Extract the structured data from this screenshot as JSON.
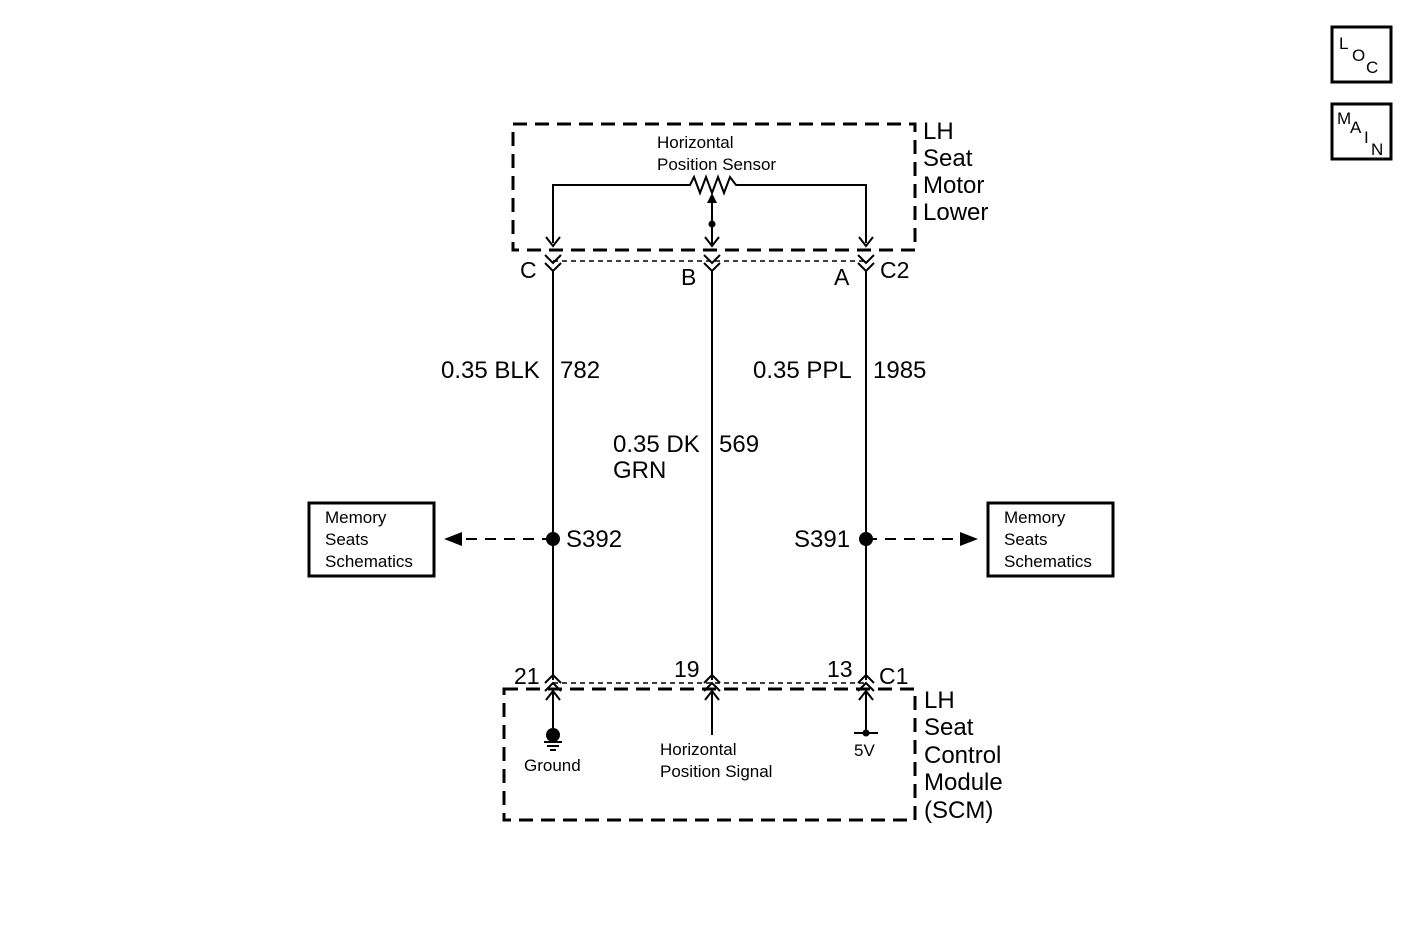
{
  "nav": {
    "loc": [
      "L",
      "O",
      "C"
    ],
    "main": [
      "M",
      "A",
      "I",
      "N"
    ]
  },
  "motor": {
    "title_lines": [
      "LH",
      "Seat",
      "Motor",
      "Lower"
    ],
    "sensor_lines": [
      "Horizontal",
      "Position Sensor"
    ],
    "connector": "C2",
    "pins": [
      "C",
      "B",
      "A"
    ]
  },
  "module": {
    "title_lines": [
      "LH",
      "Seat",
      "Control",
      "Module",
      "(SCM)"
    ],
    "connector": "C1",
    "pins": [
      "21",
      "19",
      "13"
    ],
    "ground_label": "Ground",
    "signal_lines": [
      "Horizontal",
      "Position Signal"
    ],
    "voltage_label": "5V"
  },
  "wires": {
    "left": {
      "size_color": "0.35 BLK",
      "circuit": "782"
    },
    "center": {
      "size_color_lines": [
        "0.35 DK",
        "GRN"
      ],
      "circuit": "569"
    },
    "right": {
      "size_color": "0.35 PPL",
      "circuit": "1985"
    }
  },
  "splices": {
    "left": "S392",
    "right": "S391"
  },
  "links": {
    "left_lines": [
      "Memory",
      "Seats",
      "Schematics"
    ],
    "right_lines": [
      "Memory",
      "Seats",
      "Schematics"
    ]
  }
}
